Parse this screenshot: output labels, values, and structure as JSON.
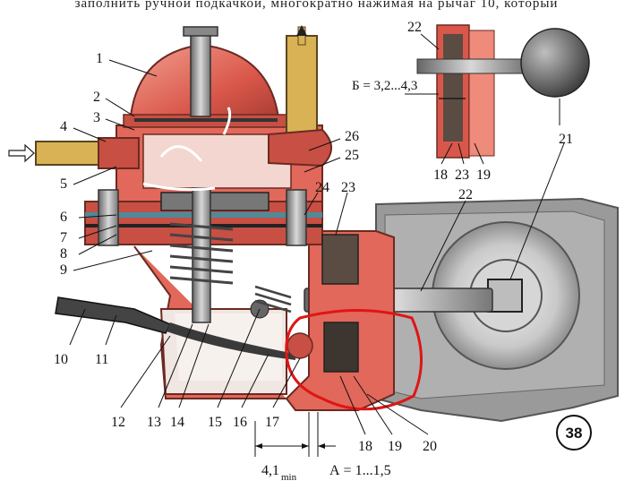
{
  "caption": "заполнить ручной подкачкой, многократно нажимая на рычаг 10, который",
  "figure_number": "38",
  "callouts": [
    "1",
    "2",
    "3",
    "4",
    "5",
    "6",
    "7",
    "8",
    "9",
    "10",
    "11",
    "12",
    "13",
    "14",
    "15",
    "16",
    "17",
    "18",
    "19",
    "20",
    "21",
    "22",
    "23",
    "24",
    "25",
    "26"
  ],
  "inset": {
    "label_top": "22",
    "dimension": "Б = 3,2...4,3",
    "bottom_labels": [
      "18",
      "23",
      "19"
    ]
  },
  "dimensions": {
    "min_gap": "4,1",
    "min_subscript": "min",
    "range": "А = 1...1,5"
  },
  "colors": {
    "housing_red": "#d9574a",
    "housing_light": "#ef8b7a",
    "metal_gray": "#8d8d8d",
    "engine_gray": "#a6a6a6",
    "highlight_circle": "#e01515"
  }
}
